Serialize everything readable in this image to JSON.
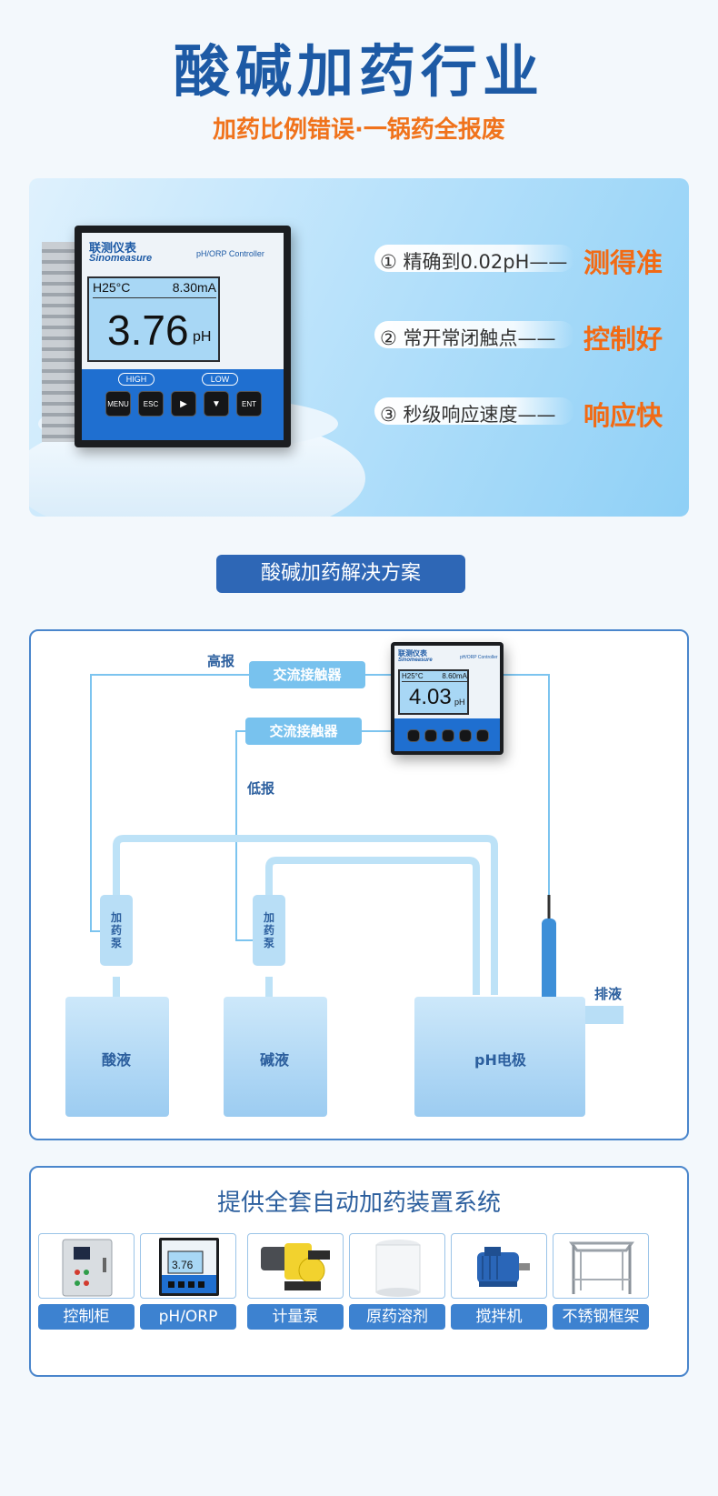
{
  "header": {
    "title": "酸碱加药行业",
    "subtitle": "加药比例错误·一锅药全报废"
  },
  "hero": {
    "controller": {
      "brand_cn": "联测仪表",
      "brand_en": "Sinomeasure",
      "model": "pH/ORP Controller",
      "temp": "H25°C",
      "current": "8.30mA",
      "value": "3.76",
      "unit": "pH",
      "led_high": "HIGH",
      "led_low": "LOW",
      "buttons": [
        "MENU",
        "ESC",
        "▶",
        "▼",
        "ENT"
      ]
    },
    "features": [
      {
        "text": "① 精确到0.02pH—— ",
        "highlight": "测得准"
      },
      {
        "text": "② 常开常闭触点—— ",
        "highlight": "控制好"
      },
      {
        "text": "③ 秒级响应速度—— ",
        "highlight": "响应快"
      }
    ]
  },
  "solution": {
    "button_label": "酸碱加药解决方案"
  },
  "diagram": {
    "high_alarm": "高报",
    "low_alarm": "低报",
    "contactor_1": "交流接触器",
    "contactor_2": "交流接触器",
    "pump_1": [
      "加",
      "药",
      "泵"
    ],
    "pump_2": [
      "加",
      "药",
      "泵"
    ],
    "tank_acid": "酸液",
    "tank_alkali": "碱液",
    "tank_ph": "pH电极",
    "drain": "排液",
    "controller": {
      "brand_cn": "联测仪表",
      "brand_en": "Sinomeasure",
      "model": "pH/ORP Controller",
      "temp": "H25°C",
      "current": "8.60mA",
      "value": "4.03",
      "unit": "pH"
    }
  },
  "system": {
    "title": "提供全套自动加药装置系统",
    "items": [
      {
        "label": "控制柜",
        "icon": "control-cabinet-icon"
      },
      {
        "label": "pH/ORP",
        "icon": "ph-orp-meter-icon"
      },
      {
        "label": "计量泵",
        "icon": "metering-pump-icon"
      },
      {
        "label": "原药溶剂",
        "icon": "solvent-tank-icon"
      },
      {
        "label": "搅拌机",
        "icon": "mixer-motor-icon"
      },
      {
        "label": "不锈钢框架",
        "icon": "steel-frame-icon"
      }
    ],
    "mini_value": "3.76"
  },
  "colors": {
    "title_blue": "#1d5aa5",
    "accent_orange": "#f26a14",
    "pipe_blue": "#7cc4ef",
    "label_blue": "#3d82d0"
  }
}
